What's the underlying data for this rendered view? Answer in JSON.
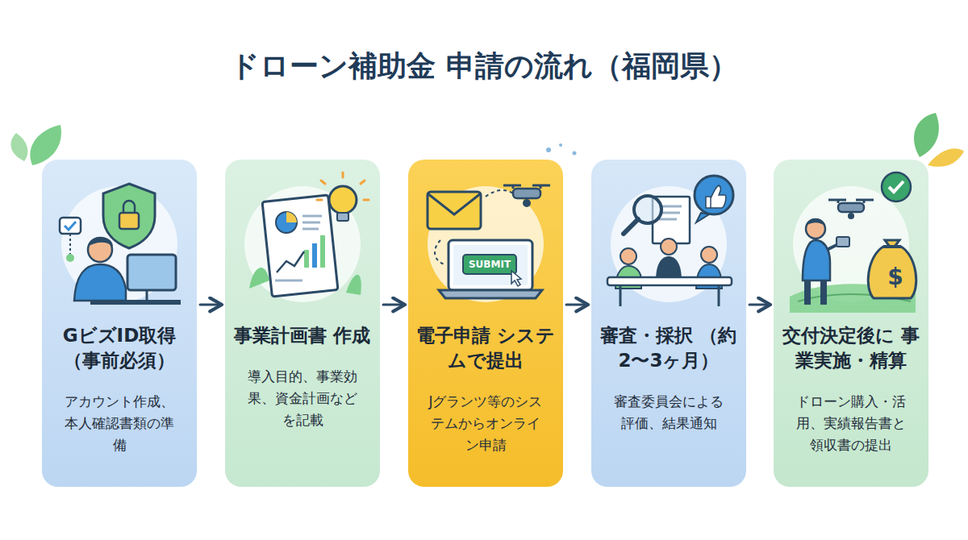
{
  "diagram": {
    "title": "ドローン補助金 申請の流れ（福岡県）",
    "nodes": [
      {
        "text": [
          "GビズID取得 （事前必須）",
          "アカウント作成、本人確認書類の準備"
        ]
      },
      {
        "text": [
          "事業計画書 作成",
          "導入目的、事業効果、資金計画などを記載"
        ]
      },
      {
        "text": [
          "電子申請 システムで提出",
          "Jグランツ等のシステムからオンライン申請"
        ]
      },
      {
        "text": [
          "審査・採択 （約2〜3ヶ月）",
          "審査委員会による評価、結果通知"
        ]
      },
      {
        "text": [
          "交付決定後に 事業実施・精算",
          "ドローン購入・活用、実績報告書と領収書の提出"
        ]
      }
    ],
    "edges": [
      {
        "from": 0,
        "to": 1,
        "arrow": "to"
      },
      {
        "from": 1,
        "to": 2,
        "arrow": "to"
      },
      {
        "from": 2,
        "to": 3,
        "arrow": "to"
      },
      {
        "from": 3,
        "to": 4,
        "arrow": "to"
      }
    ],
    "labels": [
      "SUBMIT",
      "$"
    ]
  }
}
